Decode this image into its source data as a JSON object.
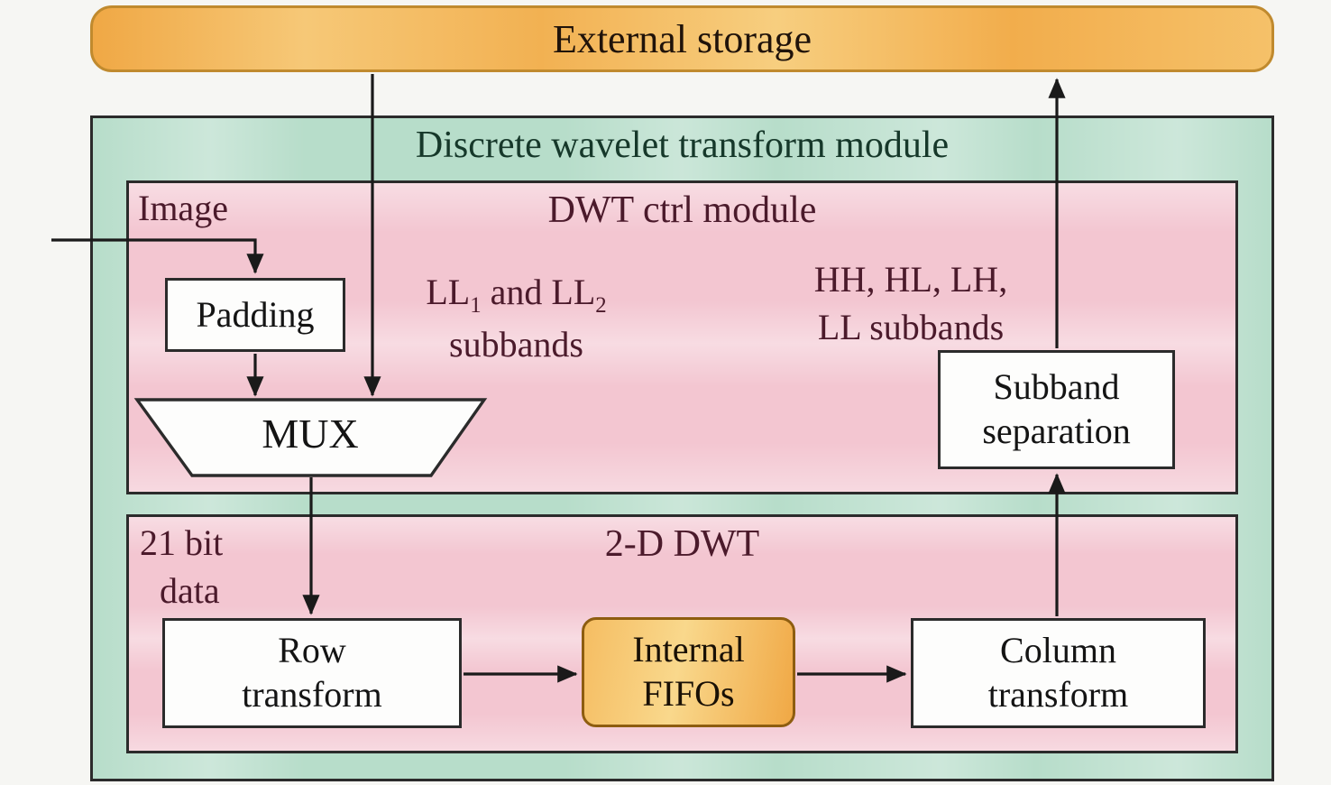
{
  "diagram": {
    "title": "Discrete wavelet transform module"
  },
  "nodes": {
    "external_storage": {
      "label": "External storage"
    },
    "ctrl_module": {
      "title": "DWT ctrl module"
    },
    "image": {
      "label": "Image"
    },
    "padding": {
      "label": "Padding"
    },
    "ll_subbands": {
      "part1": "LL",
      "sub1": "1",
      "part2": " and LL",
      "sub2": "2",
      "line2": "subbands"
    },
    "hh_subbands": {
      "line1": "HH, HL, LH,",
      "line2": "LL subbands"
    },
    "mux": {
      "label": "MUX"
    },
    "subband_separation": {
      "line1": "Subband",
      "line2": "separation"
    },
    "dwt_2d": {
      "title": "2-D DWT"
    },
    "bit_data": {
      "line1": "21 bit",
      "line2": "data"
    },
    "row_transform": {
      "line1": "Row",
      "line2": "transform"
    },
    "internal_fifos": {
      "line1": "Internal",
      "line2": "FIFOs"
    },
    "column_transform": {
      "line1": "Column",
      "line2": "transform"
    }
  },
  "colors": {
    "storage_fill": "#f2b04b",
    "module_fill": "#b7ddca",
    "ctrl_fill": "#f3c6d1",
    "fifo_fill": "#f5bd62",
    "node_fill": "#fdfdfc",
    "border_dark": "#2b2b2b",
    "green_text": "#16382a",
    "pink_text": "#4b1a2b"
  }
}
